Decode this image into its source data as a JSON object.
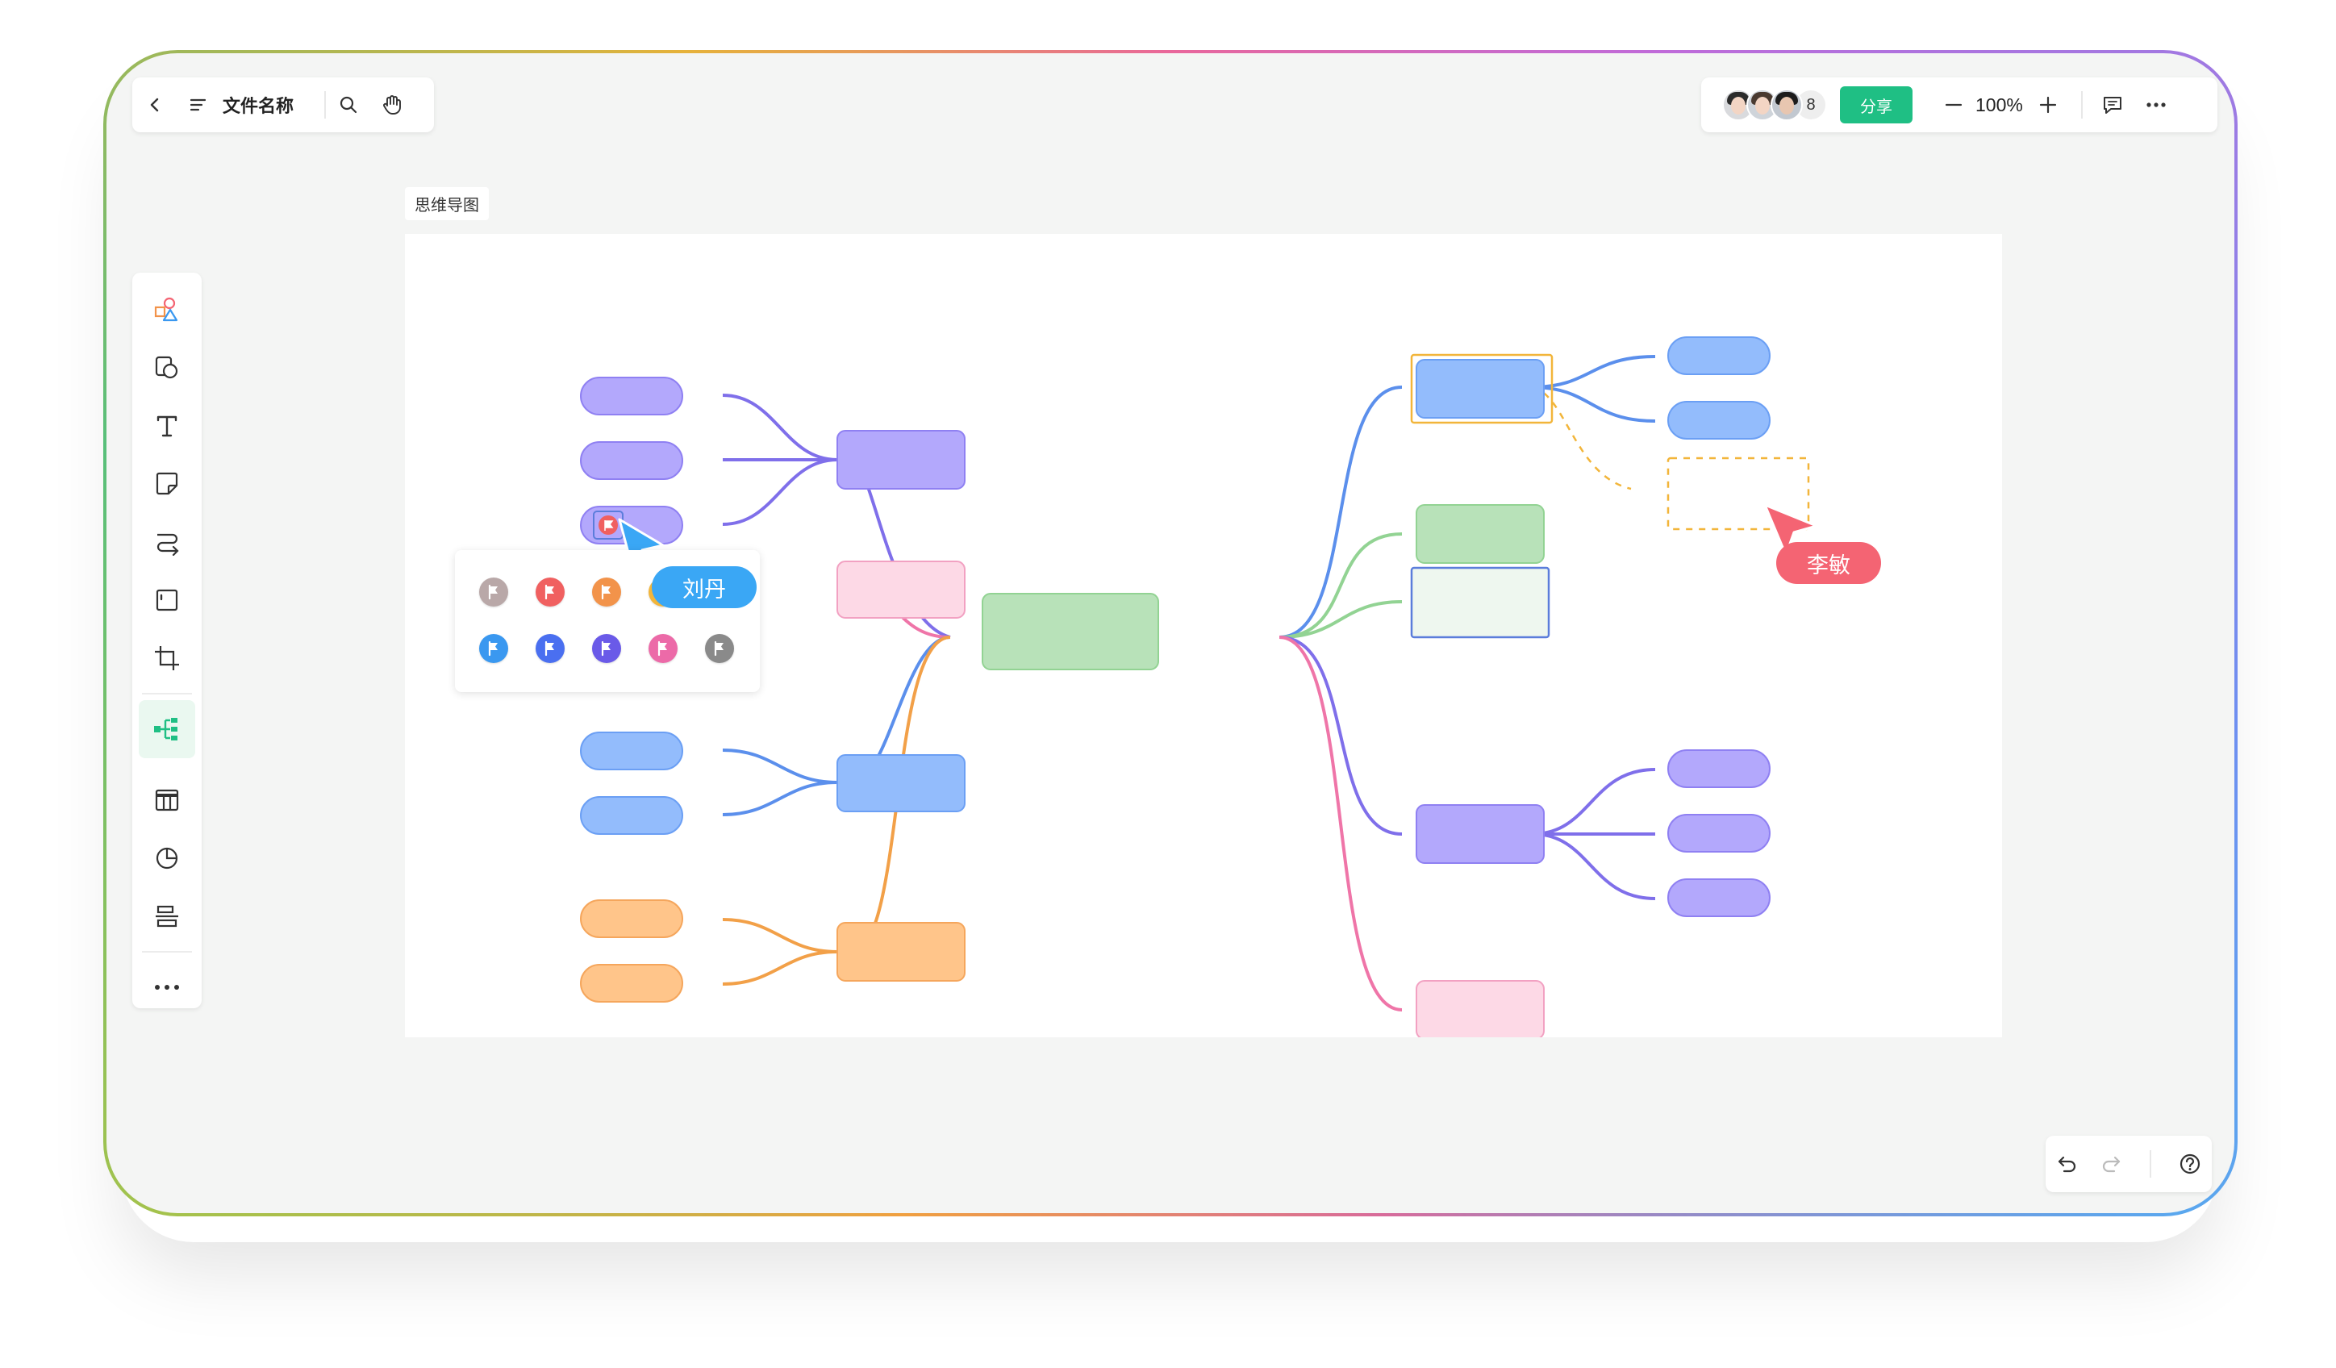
{
  "header": {
    "back_icon": "chevron-left-icon",
    "menu_icon": "list-icon",
    "file_title": "文件名称",
    "search_icon": "search-icon",
    "hand_icon": "hand-icon"
  },
  "collab": {
    "avatars": [
      "avatar-1",
      "avatar-2",
      "avatar-3"
    ],
    "count": "8",
    "share_label": "分享",
    "zoom": "100%",
    "comment_icon": "comment-icon",
    "more_icon": "more-icon"
  },
  "toolbar": {
    "tools": [
      "shapes-icon",
      "shape-library-icon",
      "text-icon",
      "sticky-note-icon",
      "connector-icon",
      "frame-icon",
      "crop-icon",
      "mindmap-icon",
      "table-icon",
      "chart-icon",
      "align-icon",
      "more-icon"
    ],
    "active": "mindmap-icon"
  },
  "canvas": {
    "label": "思维导图"
  },
  "cursors": [
    {
      "name": "刘丹",
      "color": "#3aa7f5"
    },
    {
      "name": "李敏",
      "color": "#f46473"
    }
  ],
  "flags": {
    "colors": [
      "#b9a8a8",
      "#f06060",
      "#f2934a",
      "#f2b53a",
      "#3a98f0",
      "#4a6ff0",
      "#6a5ae8",
      "#ec6aa8",
      "#8a8a8a"
    ]
  },
  "colors": {
    "green": "#b8e2b9",
    "purple": "#b3a8fc",
    "blue": "#93bcfc",
    "pink": "#fdd9e6",
    "orange": "#ffc58a",
    "share": "#1fbf84"
  },
  "bottom": {
    "undo_icon": "undo-icon",
    "redo_icon": "redo-icon",
    "help_icon": "help-icon"
  }
}
